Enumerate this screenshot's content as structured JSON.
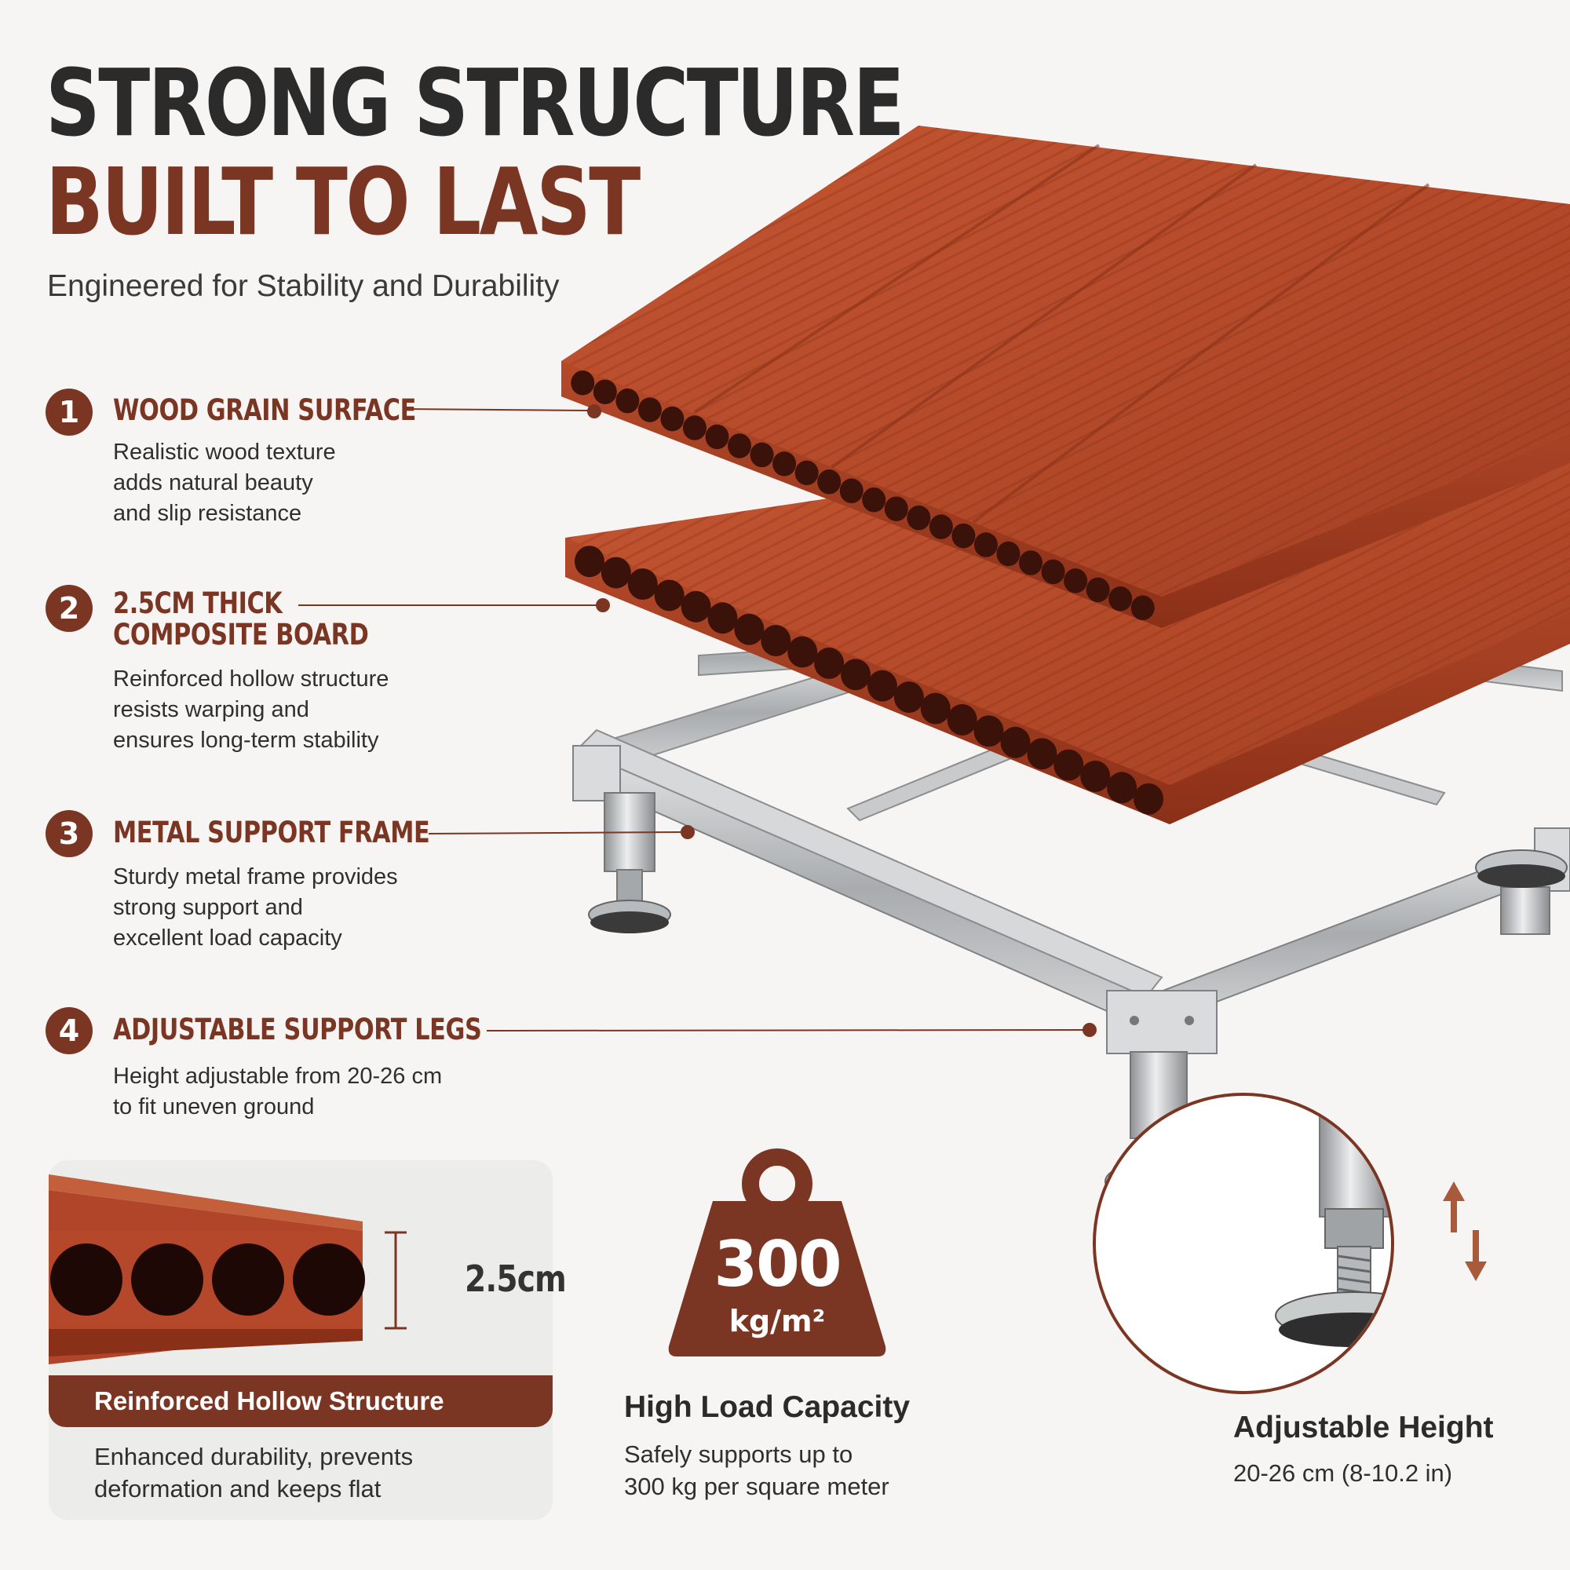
{
  "header": {
    "line1": "STRONG STRUCTURE",
    "line2": "BUILT TO LAST",
    "tagline": "Engineered for Stability and Durability"
  },
  "features": [
    {
      "number": "1",
      "title": [
        "WOOD GRAIN SURFACE"
      ],
      "desc": [
        "Realistic wood texture",
        "adds natural beauty",
        "and slip resistance"
      ]
    },
    {
      "number": "2",
      "title": [
        "2.5CM THICK",
        "COMPOSITE BOARD"
      ],
      "desc": [
        "Reinforced hollow structure",
        "resists warping and",
        "ensures long-term stability"
      ]
    },
    {
      "number": "3",
      "title": [
        "METAL SUPPORT FRAME"
      ],
      "desc": [
        "Sturdy metal frame provides",
        "strong support and",
        "excellent load capacity"
      ]
    },
    {
      "number": "4",
      "title": [
        "ADJUSTABLE SUPPORT LEGS"
      ],
      "desc": [
        "Height adjustable from 20-26 cm",
        "to fit uneven ground"
      ]
    }
  ],
  "cross_section": {
    "thickness": "2.5cm",
    "label": "Reinforced Hollow Structure",
    "desc": [
      "Enhanced durability, prevents",
      "deformation and keeps flat"
    ]
  },
  "load": {
    "value": "300",
    "unit": "kg/m²",
    "title": "High Load Capacity",
    "desc": [
      "Safely supports up to",
      "300 kg per square meter"
    ]
  },
  "height": {
    "title": "Adjustable Height",
    "desc": "20-26 cm (8-10.2 in)"
  },
  "colors": {
    "brand": "#7a3623",
    "board": "#b5482a",
    "board_dark": "#8e3219",
    "metal": "#b9bcbe",
    "background": "#f7f5f3"
  }
}
